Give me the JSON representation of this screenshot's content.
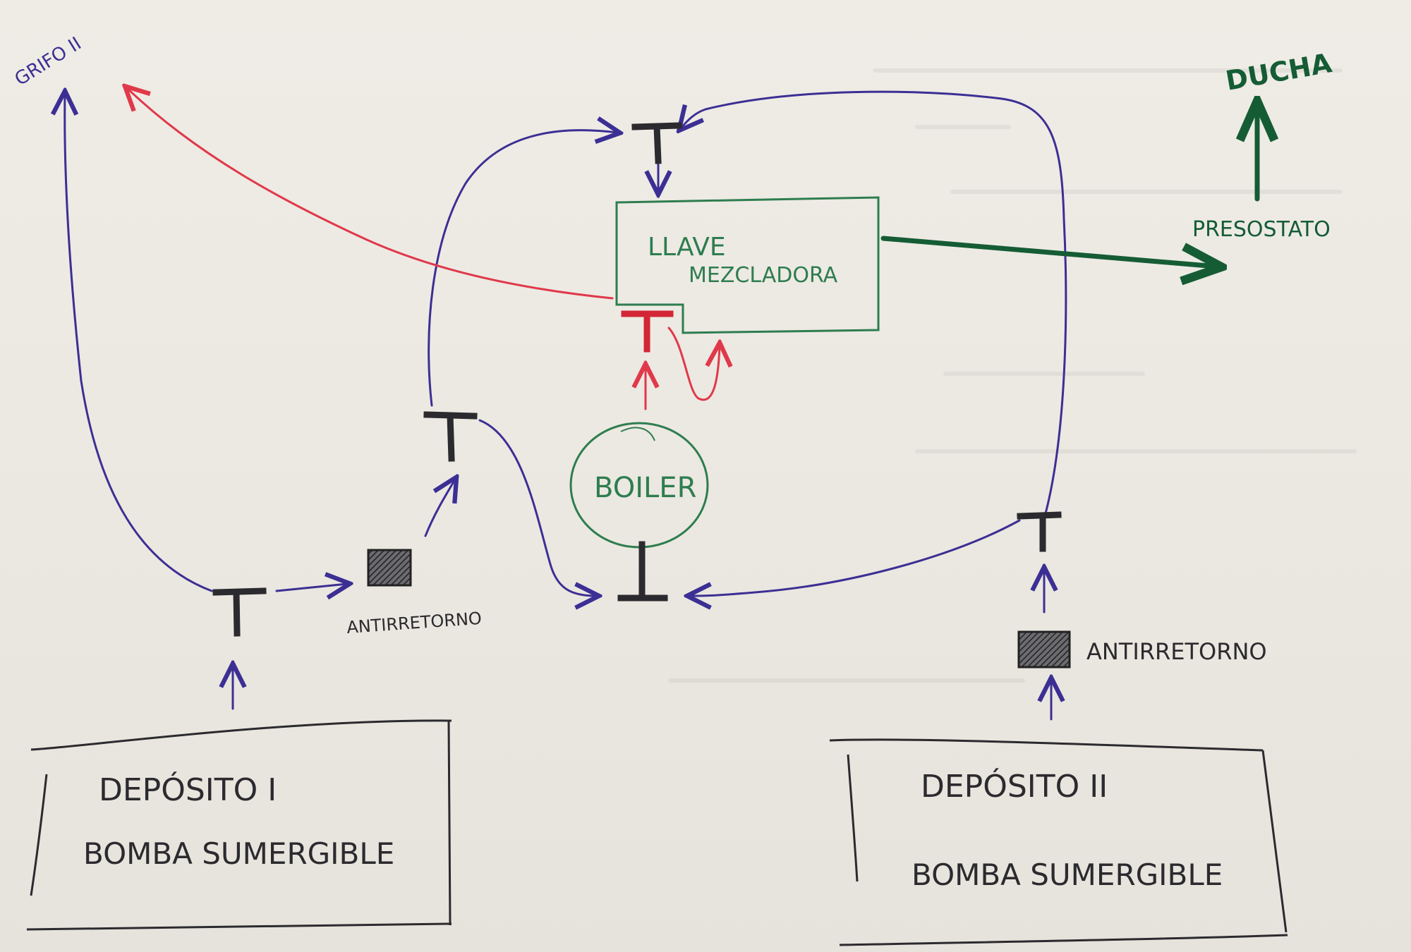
{
  "labels": {
    "grifo": "GRIFO II",
    "ducha": "DUCHA",
    "presostato": "PRESOSTATO",
    "llave_line1": "LLAVE",
    "llave_line2": "MEZCLADORA",
    "boiler": "BOILER",
    "antirretorno_left": "ANTIRRETORNO",
    "antirretorno_right": "ANTIRRETORNO",
    "deposito1_title": "DEPÓSITO I",
    "deposito1_sub": "BOMBA SUMERGIBLE",
    "deposito2_title": "DEPÓSITO II",
    "deposito2_sub": "BOMBA SUMERGIBLE"
  },
  "colors": {
    "paper": "#ebe8e1",
    "blue_line": "#3c2f94",
    "red_line": "#e0394a",
    "green_line": "#2e7d4f",
    "dark_green": "#155c35",
    "ink": "#2b2a2e"
  }
}
